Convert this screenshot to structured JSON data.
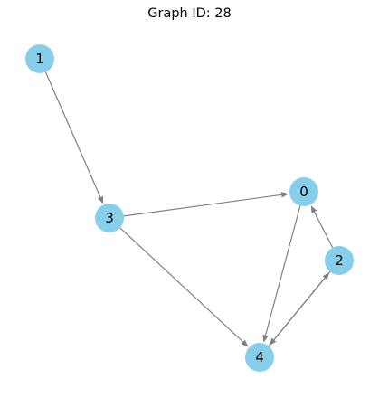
{
  "graph": {
    "title": "Graph ID: 28",
    "node_color": "#87ceeb",
    "edge_color": "#808080",
    "nodes": [
      {
        "id": "0",
        "label": "0"
      },
      {
        "id": "1",
        "label": "1"
      },
      {
        "id": "2",
        "label": "2"
      },
      {
        "id": "3",
        "label": "3"
      },
      {
        "id": "4",
        "label": "4"
      }
    ],
    "edges": [
      {
        "from": "1",
        "to": "3"
      },
      {
        "from": "3",
        "to": "0"
      },
      {
        "from": "3",
        "to": "4"
      },
      {
        "from": "0",
        "to": "4"
      },
      {
        "from": "2",
        "to": "0"
      },
      {
        "from": "2",
        "to": "4"
      },
      {
        "from": "4",
        "to": "2"
      }
    ]
  }
}
